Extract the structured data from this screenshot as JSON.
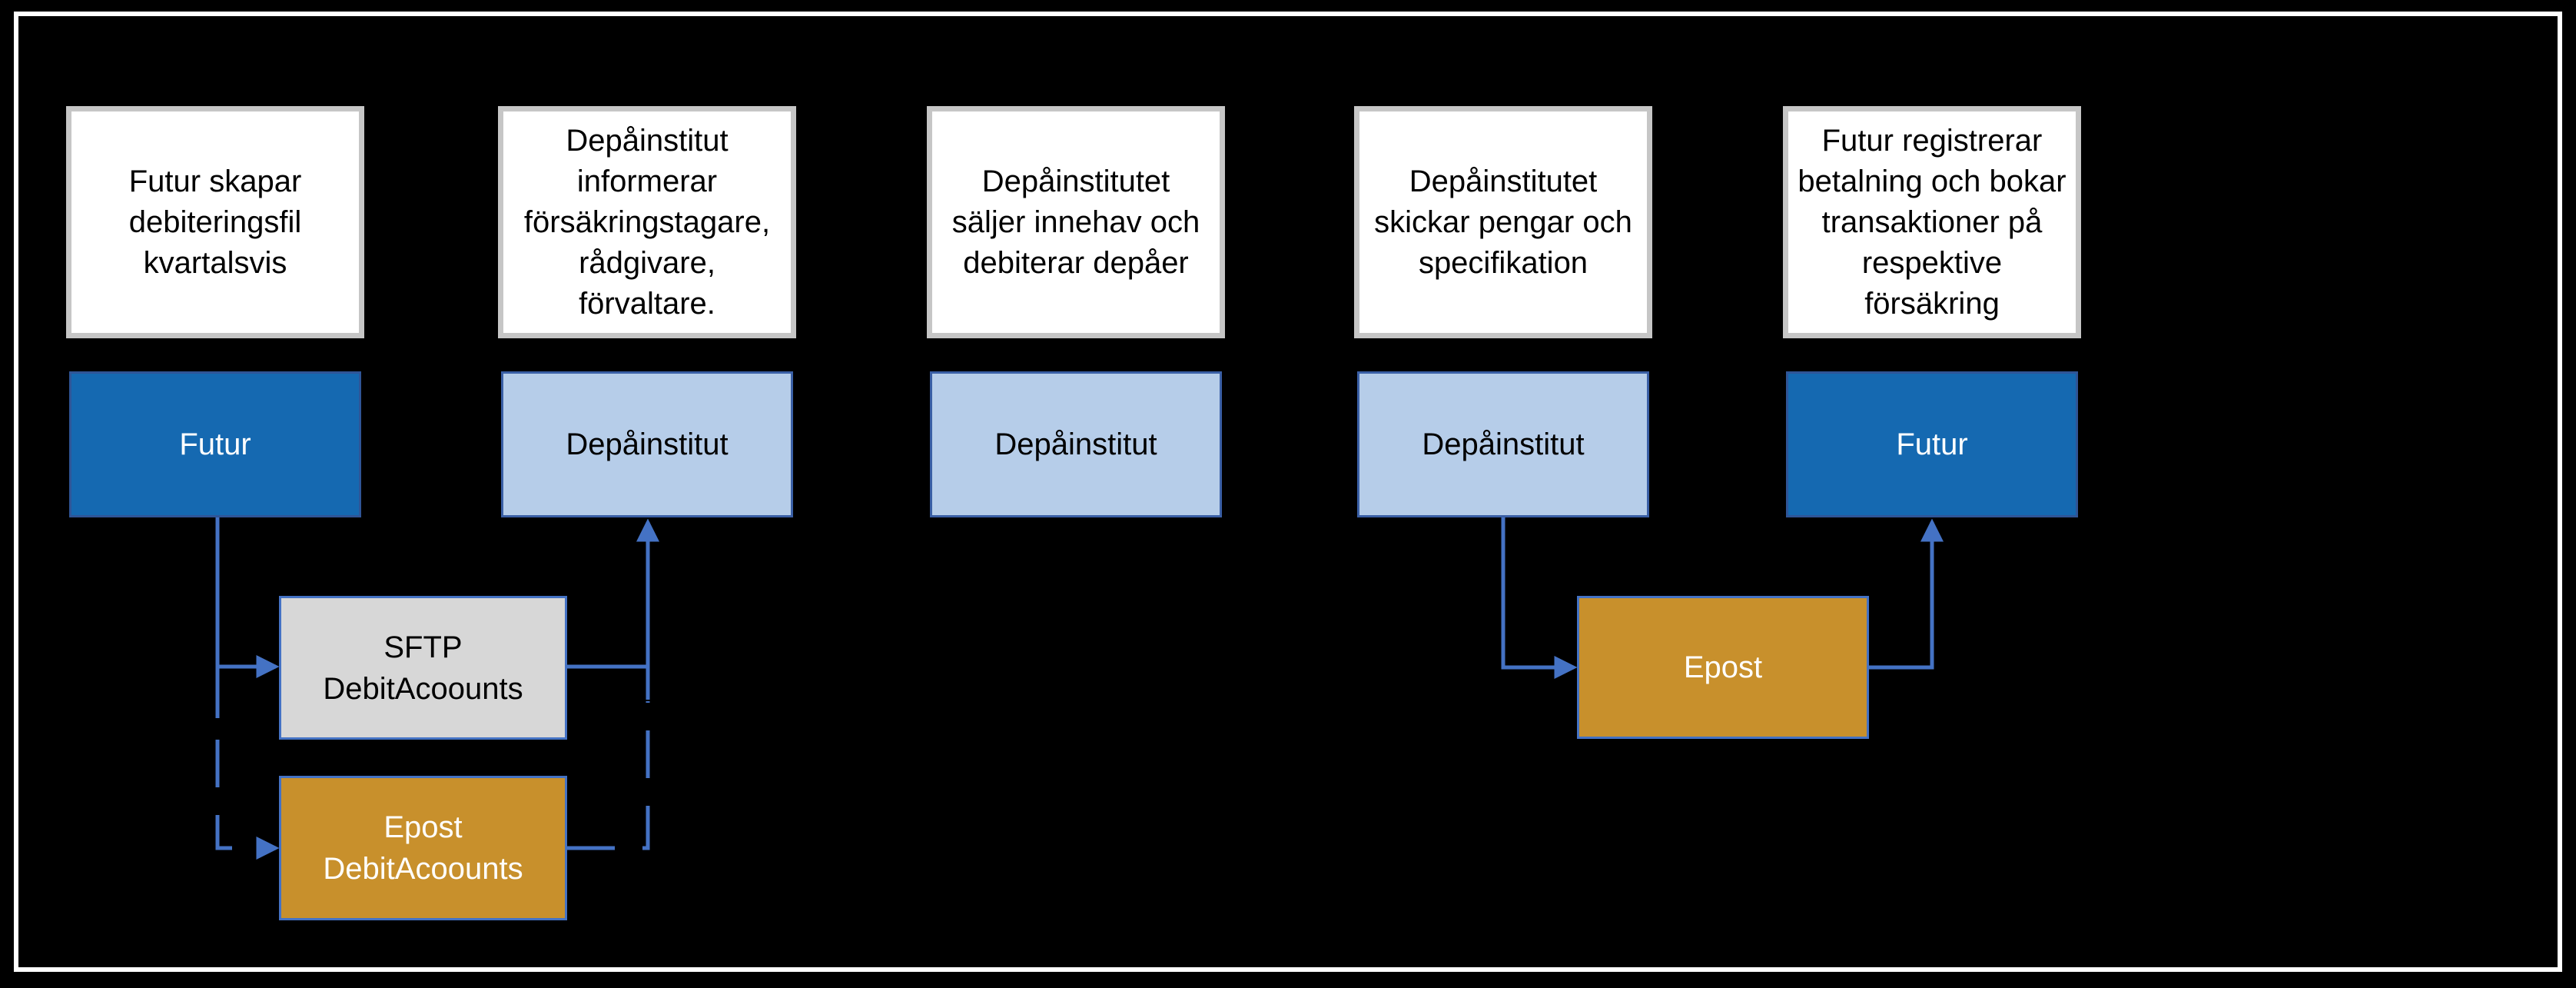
{
  "diagram": {
    "columns": [
      {
        "note_lines": [
          "Futur skapar",
          "debiteringsfil",
          "kvartalsvis"
        ],
        "actor": "Futur"
      },
      {
        "note_lines": [
          "Depåinstitut",
          "informerar",
          "försäkringstagare,",
          "rådgivare,",
          "förvaltare."
        ],
        "actor": "Depåinstitut"
      },
      {
        "note_lines": [
          "Depåinstitutet",
          "säljer innehav och",
          "debiterar depåer"
        ],
        "actor": "Depåinstitut"
      },
      {
        "note_lines": [
          "Depåinstitutet",
          "skickar pengar och",
          "specifikation"
        ],
        "actor": "Depåinstitut"
      },
      {
        "note_lines": [
          "Futur registrerar",
          "betalning och bokar",
          "transaktioner på",
          "respektive",
          "försäkring"
        ],
        "actor": "Futur"
      }
    ],
    "channels": {
      "sftp": {
        "lines": [
          "SFTP",
          "DebitAcoounts"
        ]
      },
      "epost_debit": {
        "lines": [
          "Epost",
          "DebitAcoounts"
        ]
      },
      "epost": {
        "lines": [
          "Epost"
        ]
      }
    },
    "colors": {
      "canvas": "#000000",
      "frame": "#ffffff",
      "note_fill": "#ffffff",
      "note_border": "#c6c6c6",
      "actor_primary_fill": "#1569b1",
      "actor_primary_text": "#ffffff",
      "actor_secondary_fill": "#b6cde9",
      "actor_border": "#2f5597",
      "channel_gray_fill": "#d7d7d7",
      "channel_orange_fill": "#c8902c",
      "connector_blue": "#4472c4"
    }
  }
}
